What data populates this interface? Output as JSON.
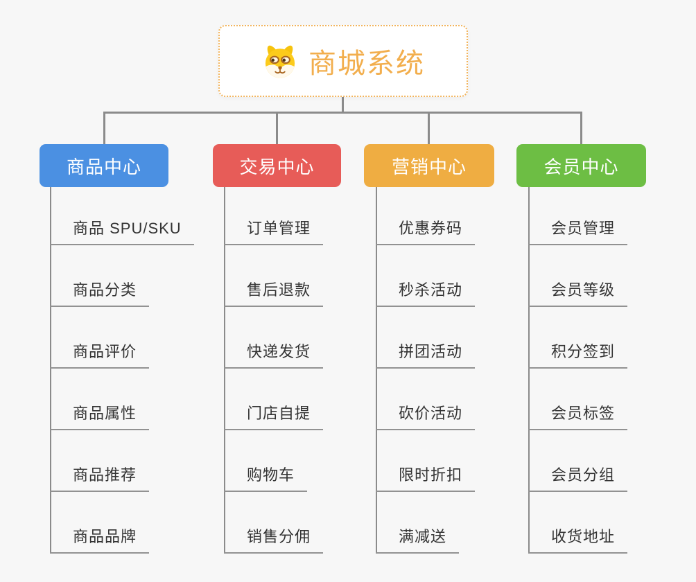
{
  "canvas": {
    "background": "#F7F7F7",
    "line_color": "#8B8B8B",
    "underline_color": "#929292",
    "item_text_color": "#333333"
  },
  "root": {
    "title": "商城系统",
    "icon": "dog-face-icon",
    "text_color": "#F2AE4D",
    "border_color": "#F2B45C",
    "background": "#FFFFFF"
  },
  "branches": [
    {
      "label": "商品中心",
      "color": "#4B90E2",
      "items": [
        "商品 SPU/SKU",
        "商品分类",
        "商品评价",
        "商品属性",
        "商品推荐",
        "商品品牌"
      ]
    },
    {
      "label": "交易中心",
      "color": "#E75C58",
      "items": [
        "订单管理",
        "售后退款",
        "快递发货",
        "门店自提",
        "购物车",
        "销售分佣"
      ]
    },
    {
      "label": "营销中心",
      "color": "#EFAD42",
      "items": [
        "优惠券码",
        "秒杀活动",
        "拼团活动",
        "砍价活动",
        "限时折扣",
        "满减送"
      ]
    },
    {
      "label": "会员中心",
      "color": "#6DBE44",
      "items": [
        "会员管理",
        "会员等级",
        "积分签到",
        "会员标签",
        "会员分组",
        "收货地址"
      ]
    }
  ]
}
